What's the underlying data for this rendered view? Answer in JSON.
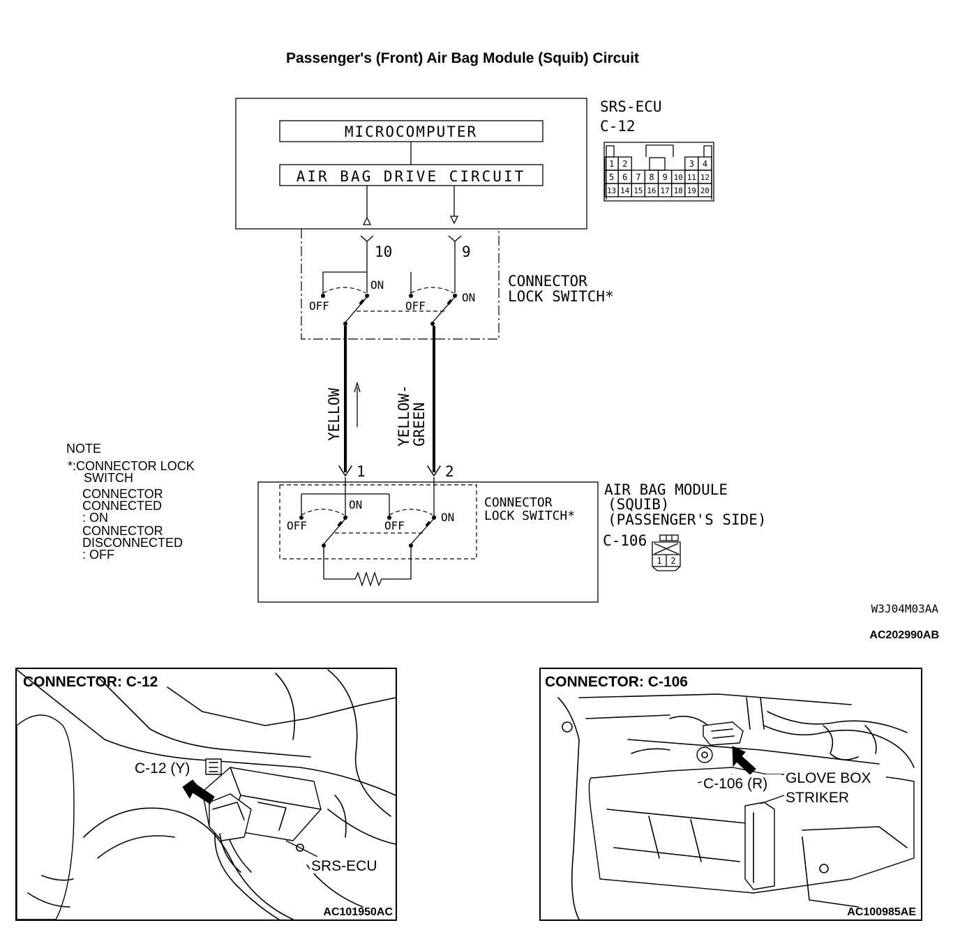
{
  "title": "Passenger's (Front) Air Bag Module (Squib) Circuit",
  "ecu": {
    "name": "SRS-ECU",
    "connector": "C-12",
    "block_micro": "MICROCOMPUTER",
    "block_drive": "AIR BAG DRIVE CIRCUIT",
    "pin_left": "10",
    "pin_right": "9",
    "pin_rows": [
      [
        "1",
        "2",
        "3",
        "4"
      ],
      [
        "5",
        "6",
        "7",
        "8",
        "9",
        "10",
        "11",
        "12"
      ],
      [
        "13",
        "14",
        "15",
        "16",
        "17",
        "18",
        "19",
        "20"
      ]
    ]
  },
  "switch_upper": {
    "label_line1": "CONNECTOR",
    "label_line2": "LOCK SWITCH*",
    "on": "ON",
    "off": "OFF"
  },
  "wires": {
    "left": "YELLOW",
    "right_line1": "YELLOW-",
    "right_line2": "GREEN"
  },
  "module": {
    "name_line1": "AIR BAG MODULE",
    "name_line2": "(SQUIB)",
    "name_line3": "(PASSENGER'S SIDE)",
    "connector": "C-106",
    "pin_left": "1",
    "pin_right": "2",
    "switch_line1": "CONNECTOR",
    "switch_line2": "LOCK SWITCH*",
    "pins": [
      "1",
      "2"
    ]
  },
  "note": {
    "heading": "NOTE",
    "star_line1": "*:CONNECTOR LOCK",
    "star_line2": "SWITCH",
    "c1": "CONNECTOR",
    "c2": "CONNECTED",
    "c3": ": ON",
    "d1": "CONNECTOR",
    "d2": "DISCONNECTED",
    "d3": ": OFF"
  },
  "codes": {
    "diagram_small": "W3J04M03AA",
    "diagram": "AC202990AB"
  },
  "photo_left": {
    "heading": "CONNECTOR: C-12",
    "callout_connector": "C-12 (Y)",
    "callout_unit": "SRS-ECU",
    "code": "AC101950AC"
  },
  "photo_right": {
    "heading": "CONNECTOR: C-106",
    "callout_connector": "C-106 (R)",
    "callout_1": "GLOVE BOX",
    "callout_2": "STRIKER",
    "code": "AC100985AE"
  }
}
